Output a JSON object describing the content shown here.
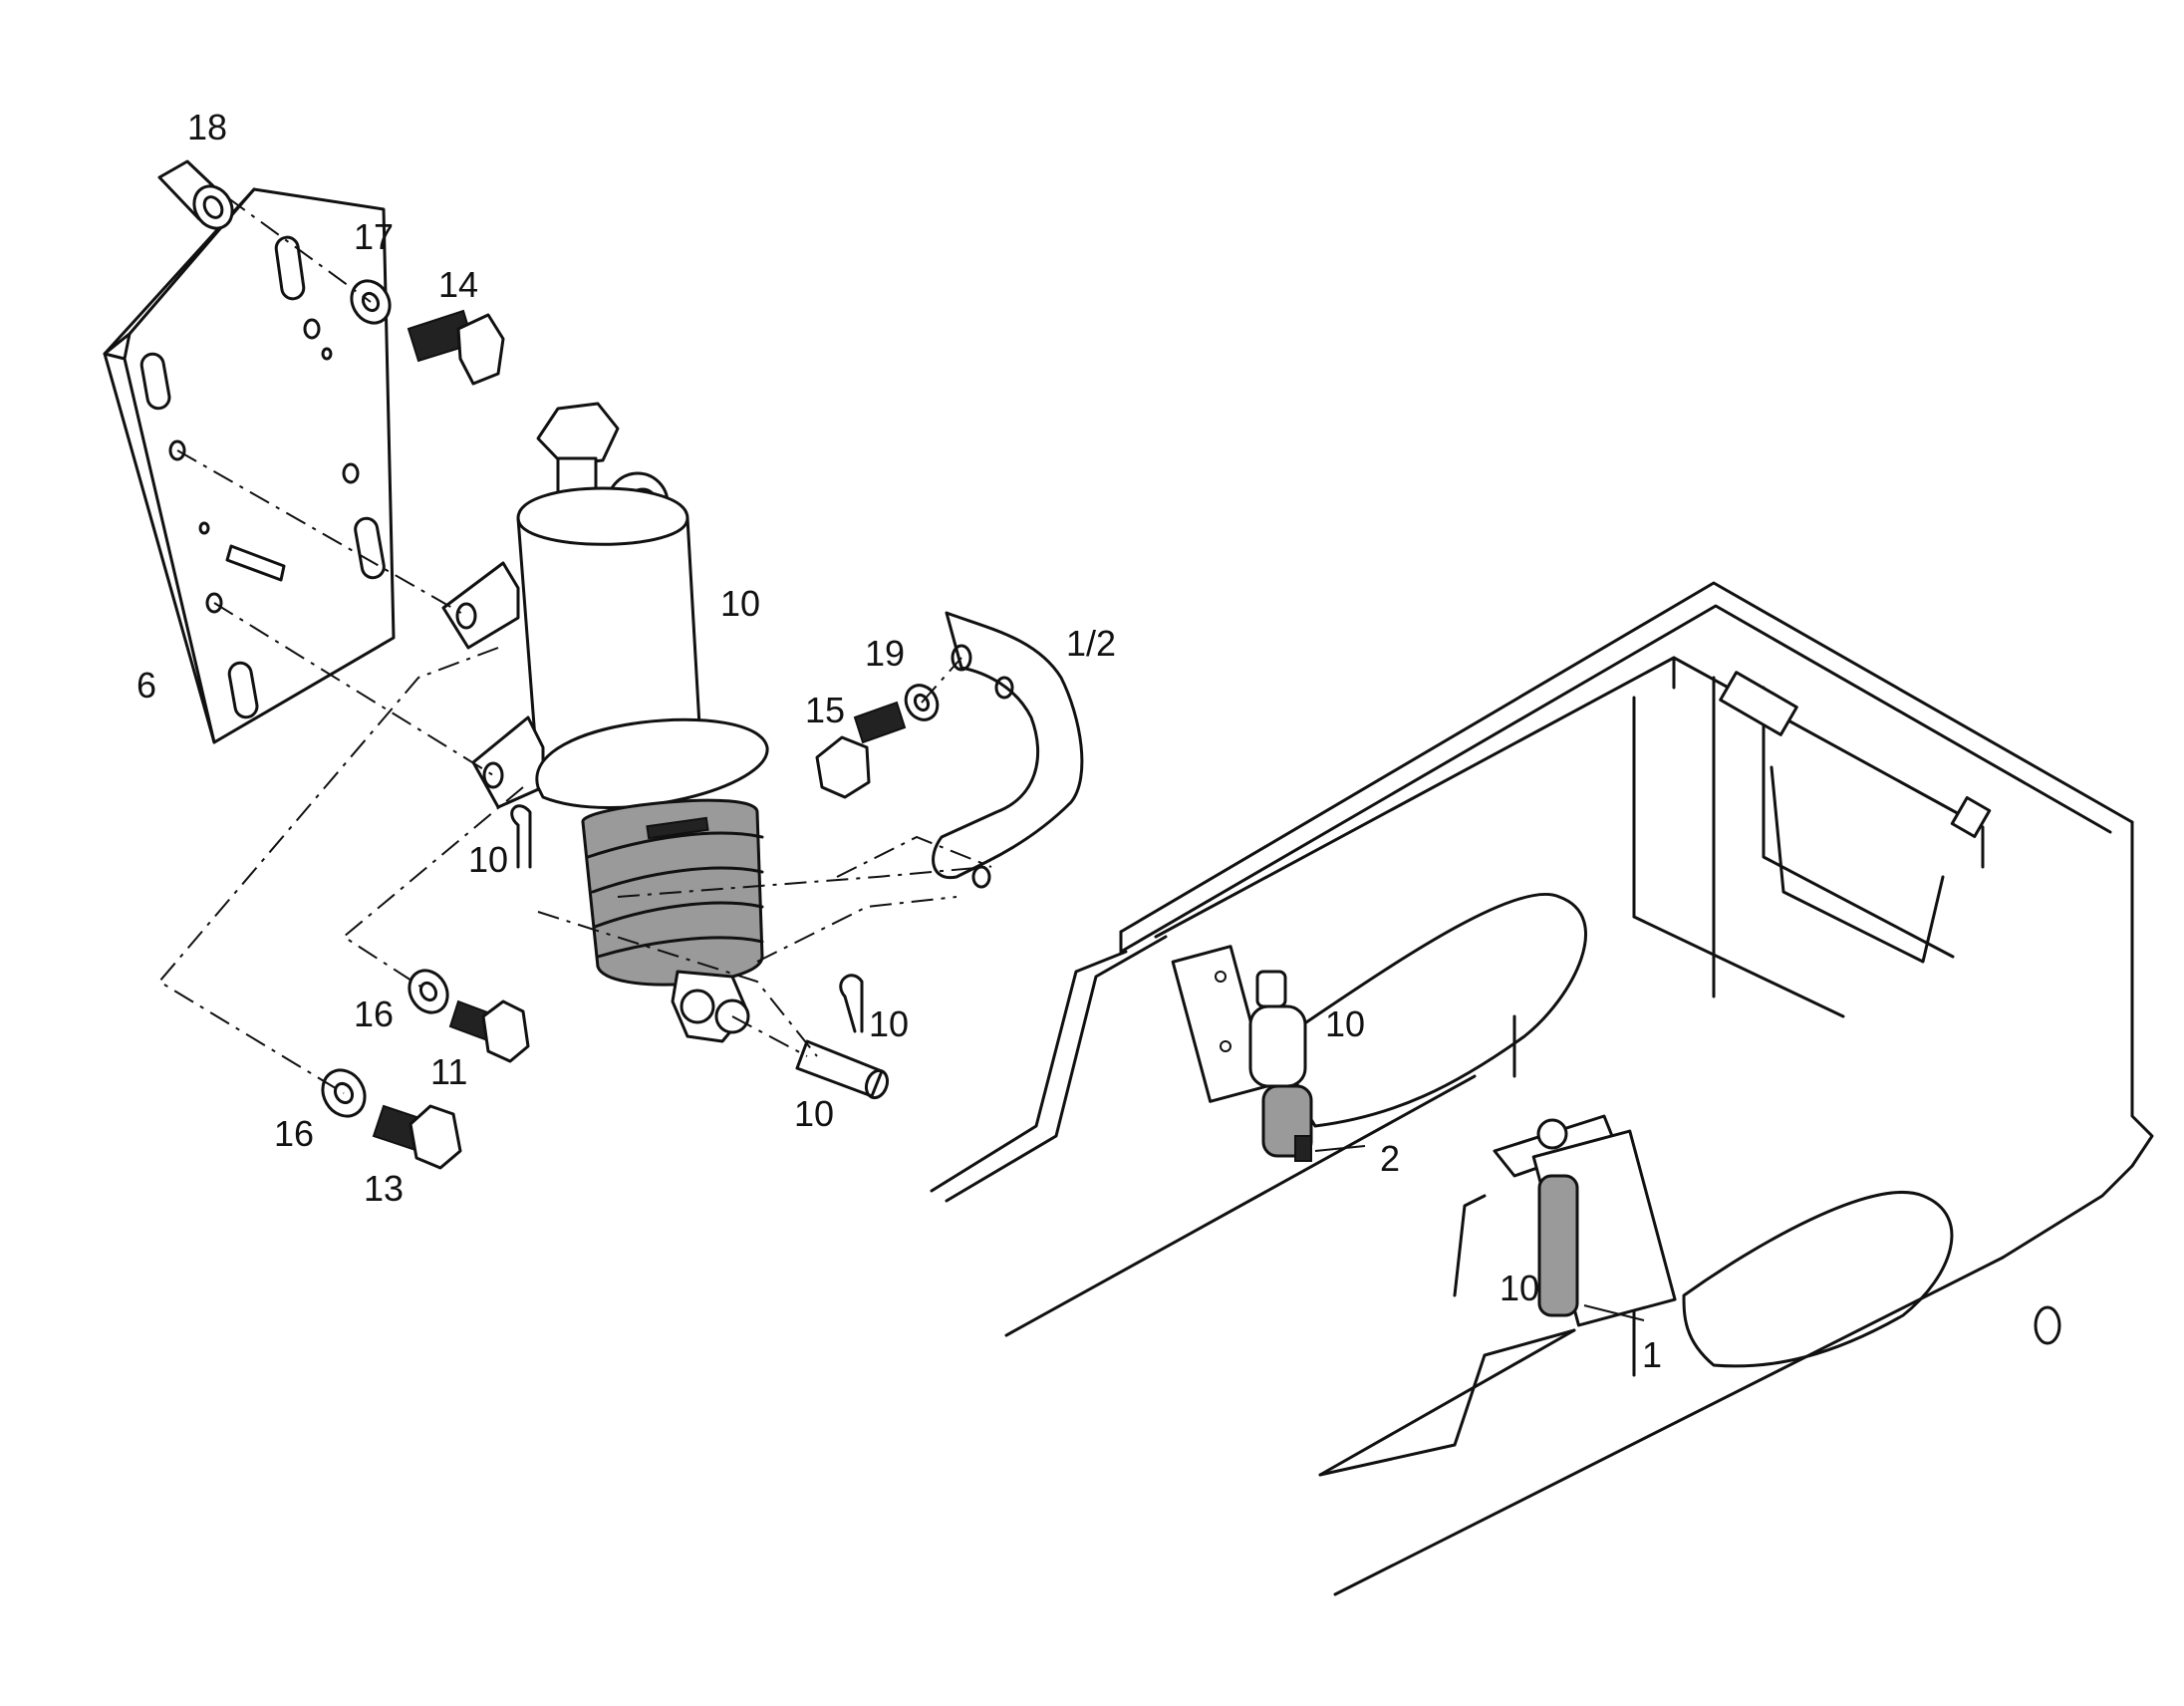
{
  "callouts": {
    "c18": "18",
    "c17": "17",
    "c14": "14",
    "c10_top": "10",
    "c1_2": "1/2",
    "c19": "19",
    "c15": "15",
    "c6": "6",
    "c10_pin_left": "10",
    "c16_upper": "16",
    "c11": "11",
    "c10_pin_right": "10",
    "c10_clevis": "10",
    "c16_lower": "16",
    "c13": "13",
    "c10_frame_mid": "10",
    "c2": "2",
    "c10_frame_right": "10",
    "c1": "1"
  },
  "colors": {
    "ink": "#111111",
    "paper": "#ffffff",
    "spring": "#9a9a9a"
  }
}
